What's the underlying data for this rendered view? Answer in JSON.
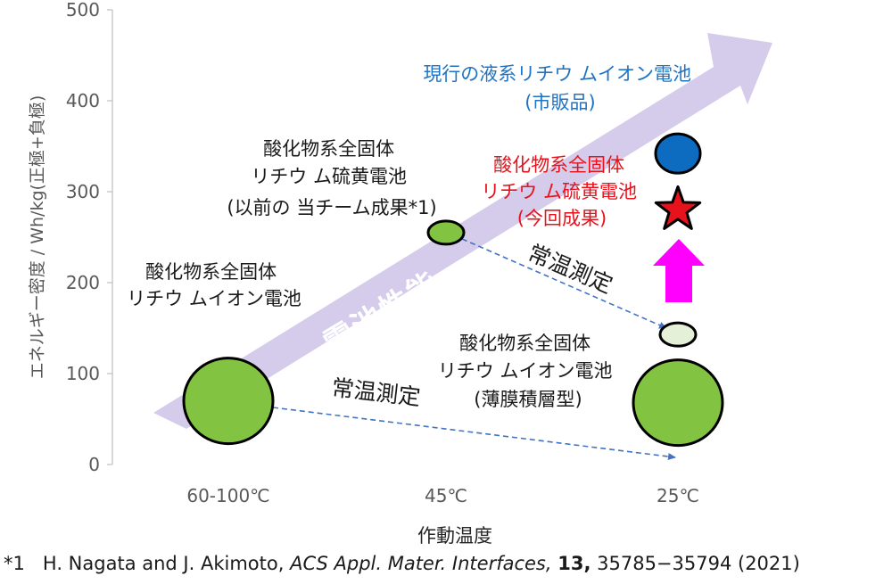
{
  "chart_data": {
    "type": "scatter",
    "xlabel": "作動温度",
    "ylabel": "エネルギー密度 / Wh/kg(正極+負極)",
    "categories": [
      "60-100℃",
      "45℃",
      "25℃"
    ],
    "ylim": [
      0,
      500
    ],
    "yticks": [
      0,
      100,
      200,
      300,
      400,
      500
    ],
    "grid": false,
    "series": [
      {
        "category": "60-100℃",
        "y": 70,
        "size": "large",
        "marker": "circle",
        "color": "#82c341"
      },
      {
        "category": "45℃",
        "y": 255,
        "size": "small",
        "marker": "circle",
        "color": "#82c341"
      },
      {
        "category": "25℃",
        "y": 143,
        "size": "small",
        "marker": "circle",
        "color": "#e5f0d8"
      },
      {
        "category": "25℃",
        "y": 68,
        "size": "large",
        "marker": "circle",
        "color": "#82c341"
      },
      {
        "category": "25℃",
        "y": 280,
        "size": "medium",
        "marker": "star",
        "color": "#e8121c"
      },
      {
        "category": "25℃",
        "y": 342,
        "size": "medium",
        "marker": "circle",
        "color": "#0d6cc0"
      }
    ],
    "annotations": {
      "commercial": [
        "現行の液系リチウ ムイオン電池",
        "(市販品)"
      ],
      "this_work": [
        "酸化物系全固体",
        "リチウ ム硫黄電池",
        "(今回成果)"
      ],
      "previous": [
        "酸化物系全固体",
        "リチウ ム硫黄電池",
        "(以前の 当チーム成果*1)"
      ],
      "oxide_li_ion": [
        "酸化物系全固体",
        "リチウ ムイオン電池"
      ],
      "thin_film": [
        "酸化物系全固体",
        "リチウ ムイオン電池",
        "(薄膜積層型)"
      ],
      "room_temp_label": "常温測定",
      "trend_label": "電池性能"
    }
  },
  "colors": {
    "green": "#82c341",
    "light_green": "#e5f0d8",
    "blue_marker": "#0d6cc0",
    "blue_text": "#1f73c4",
    "red": "#e8121c",
    "magenta": "#ff00ff",
    "trend_arrow": "#cdc3e6",
    "dashed_arrow": "#4472c4"
  },
  "reference": {
    "marker": "*1",
    "authors": "H. Nagata and J. Akimoto,",
    "journal": "ACS Appl. Mater. Interfaces,",
    "volume": "13,",
    "pages": "35785−35794 (2021)"
  }
}
